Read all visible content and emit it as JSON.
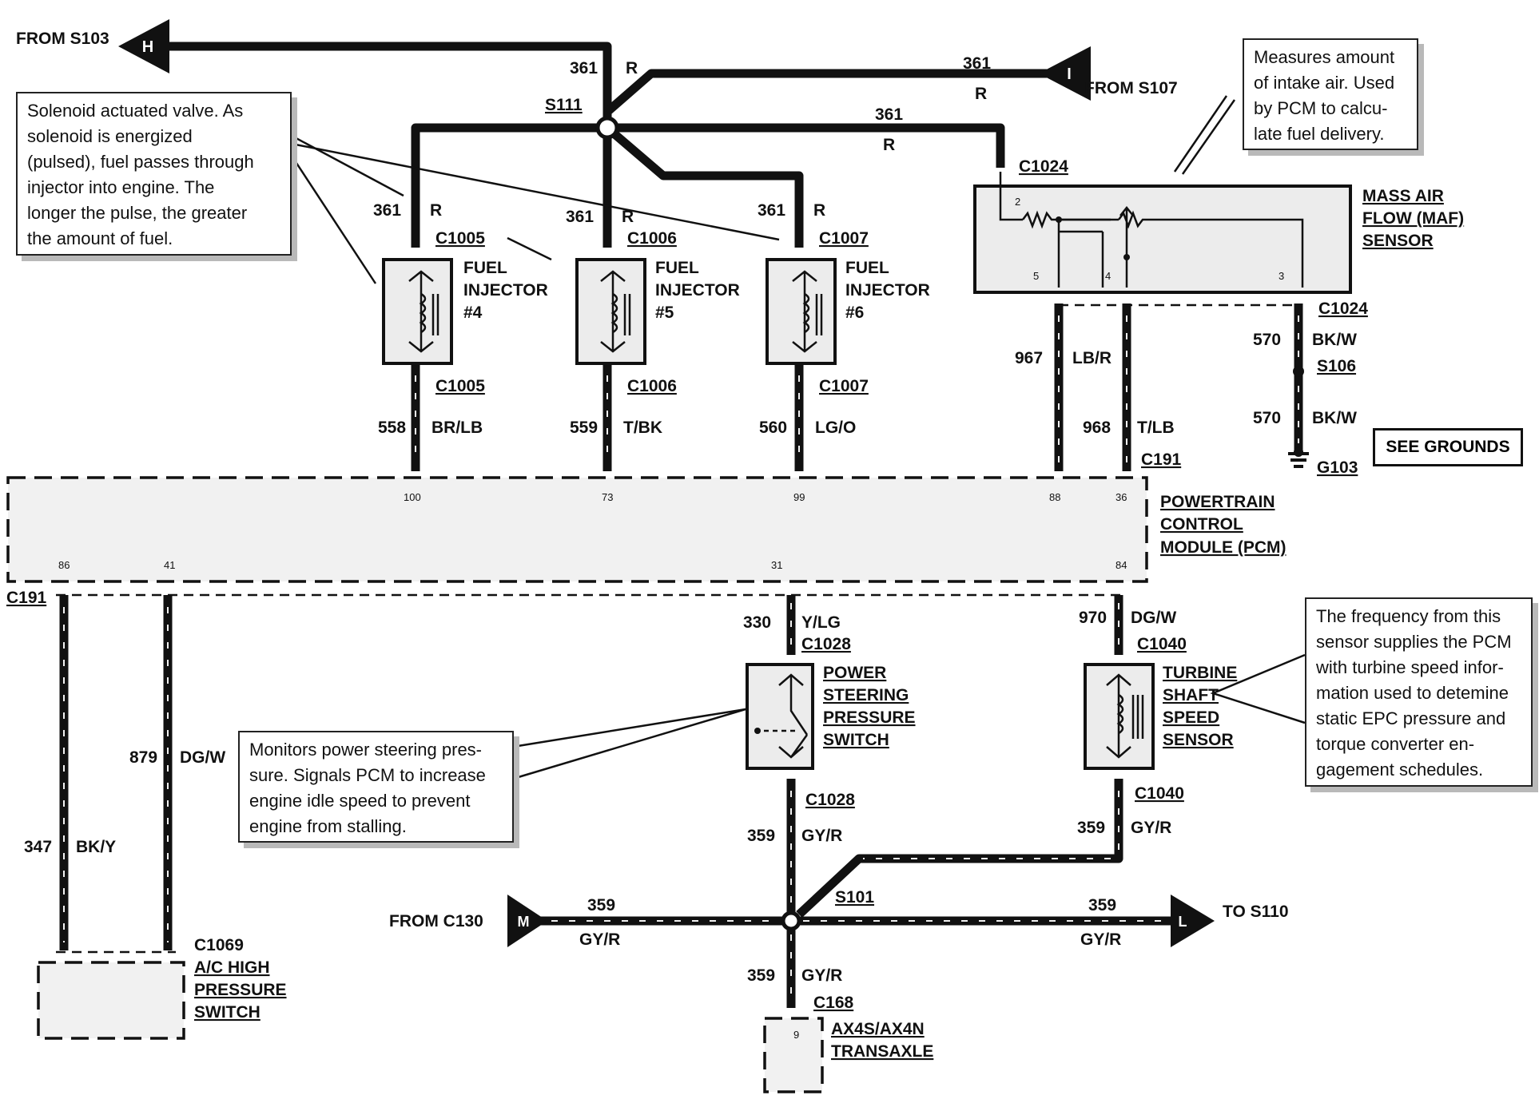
{
  "connectors": {
    "H": {
      "id": "H",
      "text": "FROM S103"
    },
    "I": {
      "id": "I",
      "text": "FROM S107"
    },
    "M": {
      "id": "M",
      "text": "FROM C130"
    },
    "L": {
      "id": "L",
      "text": "TO S110"
    }
  },
  "splices": {
    "s111": "S111",
    "s101": "S101",
    "s106": "S106"
  },
  "top_wires": {
    "num": "361",
    "color": "R"
  },
  "injectors": [
    {
      "label": [
        "FUEL",
        "INJECTOR",
        "#4"
      ],
      "conn": "C1005",
      "circuit": "558",
      "color": "BR/LB",
      "pin": "100"
    },
    {
      "label": [
        "FUEL",
        "INJECTOR",
        "#5"
      ],
      "conn": "C1006",
      "circuit": "559",
      "color": "T/BK",
      "pin": "73"
    },
    {
      "label": [
        "FUEL",
        "INJECTOR",
        "#6"
      ],
      "conn": "C1007",
      "circuit": "560",
      "color": "LG/O",
      "pin": "99"
    }
  ],
  "maf": {
    "label": [
      "MASS AIR",
      "FLOW (MAF)",
      "SENSOR"
    ],
    "conn": "C1024",
    "pins": [
      "2",
      "5",
      "4",
      "3"
    ],
    "wire1": {
      "num": "967",
      "color": "LB/R",
      "pin": "88"
    },
    "wire2": {
      "num": "968",
      "color": "T/LB",
      "pin": "36"
    },
    "pcm_conn": "C191",
    "ground_wire": {
      "num": "570",
      "color": "BK/W"
    },
    "ground": "G103",
    "see_grounds": "SEE GROUNDS"
  },
  "pcm": {
    "label": [
      "POWERTRAIN",
      "CONTROL",
      "MODULE (PCM)"
    ],
    "pins_bottom": [
      "86",
      "41",
      "31",
      "84"
    ],
    "conn_left": "C191"
  },
  "ps_switch": {
    "label": [
      "POWER",
      "STEERING",
      "PRESSURE",
      "SWITCH"
    ],
    "conn": "C1028",
    "top_wire": {
      "num": "330",
      "color": "Y/LG"
    }
  },
  "tss": {
    "label": [
      "TURBINE",
      "SHAFT",
      "SPEED",
      "SENSOR"
    ],
    "conn": "C1040",
    "top_wire": {
      "num": "970",
      "color": "DG/W"
    }
  },
  "gyr_wire": {
    "num": "359",
    "color": "GY/R"
  },
  "ac_switch": {
    "conn": "C1069",
    "label": [
      "A/C HIGH",
      "PRESSURE",
      "SWITCH"
    ],
    "wire1": {
      "num": "347",
      "color": "BK/Y"
    },
    "wire2": {
      "num": "879",
      "color": "DG/W"
    }
  },
  "transaxle": {
    "conn": "C168",
    "pin": "9",
    "label": [
      "AX4S/AX4N",
      "TRANSAXLE"
    ]
  },
  "callouts": {
    "injector": [
      "Solenoid actuated valve. As",
      "solenoid is energized",
      "(pulsed), fuel passes through",
      "injector into engine. The",
      "longer the pulse, the greater",
      "the amount of fuel."
    ],
    "maf": [
      "Measures amount",
      "of intake air. Used",
      "by PCM to calcu-",
      "late fuel delivery."
    ],
    "ps": [
      "Monitors power steering pres-",
      "sure. Signals PCM to increase",
      "engine idle speed to prevent",
      "engine from stalling."
    ],
    "tss": [
      "The frequency from this",
      "sensor supplies the PCM",
      "with turbine speed infor-",
      "mation used to detemine",
      "static  EPC pressure and",
      "torque converter en-",
      "gagement schedules."
    ]
  }
}
